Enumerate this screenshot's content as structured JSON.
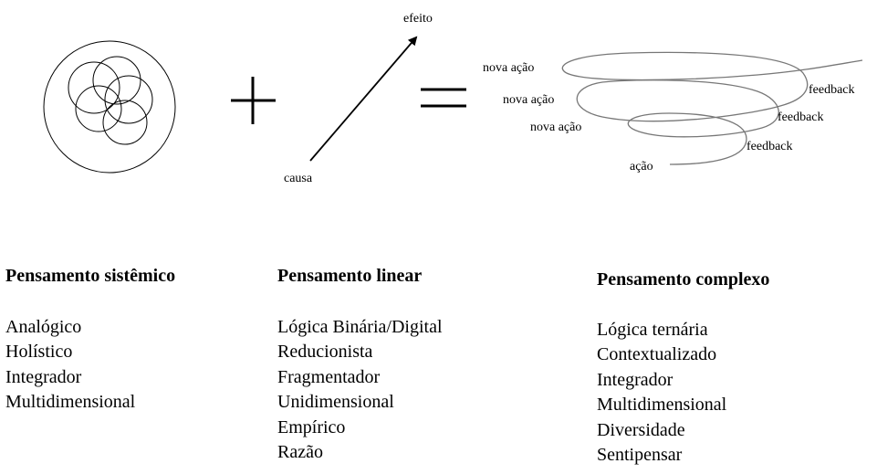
{
  "diagram": {
    "arrow": {
      "start_label": "causa",
      "end_label": "efeito"
    },
    "spiral": {
      "labels": {
        "action": "ação",
        "new_action_1": "nova ação",
        "new_action_2": "nova ação",
        "new_action_3": "nova ação",
        "feedback_1": "feedback",
        "feedback_2": "feedback",
        "feedback_3": "feedback"
      }
    }
  },
  "columns": [
    {
      "title": "Pensamento sistêmico",
      "items": [
        "Analógico",
        "Holístico",
        "Integrador",
        "Multidimensional"
      ]
    },
    {
      "title": "Pensamento linear",
      "items": [
        "Lógica Binária/Digital",
        "Reducionista",
        "Fragmentador",
        "Unidimensional",
        "Empírico",
        "Razão"
      ]
    },
    {
      "title": "Pensamento complexo",
      "items": [
        "Lógica ternária",
        "Contextualizado",
        "Integrador",
        "Multidimensional",
        "Diversidade",
        "Sentipensar"
      ]
    }
  ]
}
